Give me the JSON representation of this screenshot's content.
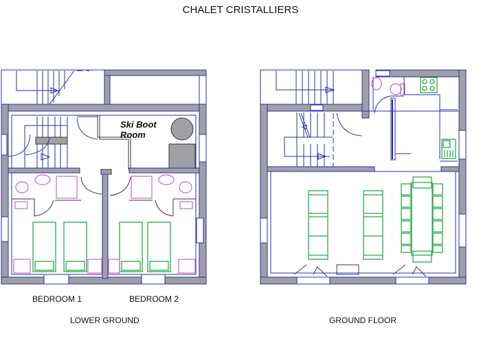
{
  "title": "CHALET CRISTALLIERS",
  "lower_ground": {
    "caption": "LOWER GROUND",
    "rooms": {
      "ski_boot_room_line1": "Ski Boot",
      "ski_boot_room_line2": "Room",
      "bedroom_1": "BEDROOM  1",
      "bedroom_2": "BEDROOM  2"
    }
  },
  "ground_floor": {
    "caption": "GROUND FLOOR"
  },
  "colors": {
    "wall": "#a0a0a4",
    "outline": "#2b2bb0",
    "sanitary": "#d060d0",
    "furniture": "#2aa84a"
  }
}
